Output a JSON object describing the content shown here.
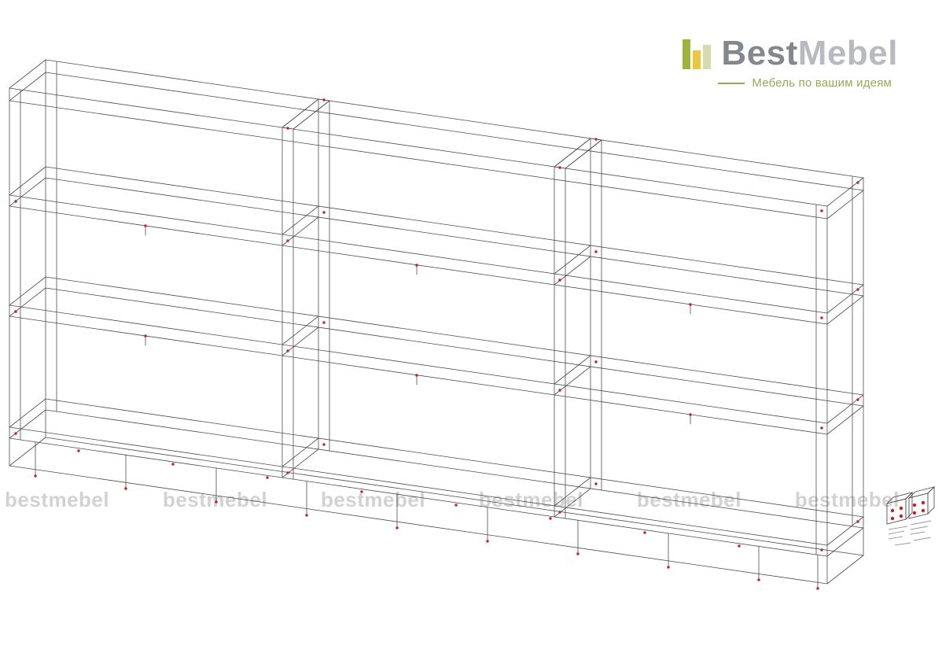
{
  "logo": {
    "brand_first": "Best",
    "brand_second": "Mebel",
    "tagline": "Мебель по вашим идеям",
    "colors": {
      "brand_first": "#83878e",
      "brand_second": "#b7bbc1",
      "tagline": "#9ba757",
      "bar_green": "#9db33c",
      "bar_yellow": "#eec63e",
      "bar_pale": "#d5dbae"
    }
  },
  "icons": {
    "logo_bars": "bar-chart-bars"
  },
  "watermark": {
    "text": "bestmebel",
    "count": 6,
    "color": "#d2d2d2"
  },
  "drawing": {
    "name": "shelving-unit-wireframe",
    "sections": 3,
    "shelf_rows": 2,
    "line_color": "#4d4d4d",
    "connector_color": "#cc1f1f"
  }
}
